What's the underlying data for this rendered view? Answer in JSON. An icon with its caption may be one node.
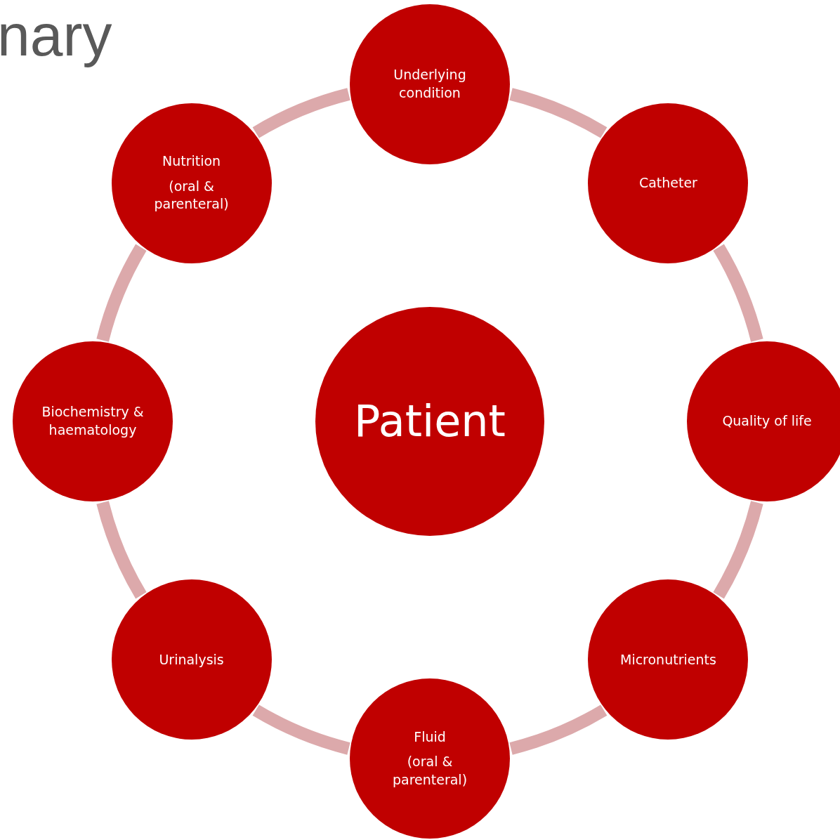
{
  "diagram": {
    "title": "nary",
    "nodes": [
      {
        "text": [
          "Patient"
        ]
      },
      {
        "text": [
          "Underlying condition"
        ]
      },
      {
        "text": [
          "Catheter"
        ]
      },
      {
        "text": [
          "Quality of life"
        ]
      },
      {
        "text": [
          "Micronutrients"
        ]
      },
      {
        "text": [
          "Fluid",
          "(oral & parenteral)"
        ]
      },
      {
        "text": [
          "Urinalysis"
        ]
      },
      {
        "text": [
          "Biochemistry & haematology"
        ]
      },
      {
        "text": [
          "Nutrition",
          "(oral & parenteral)"
        ]
      }
    ],
    "edges": [
      {
        "from": 1,
        "to": 2,
        "arrow": "none"
      },
      {
        "from": 2,
        "to": 3,
        "arrow": "none"
      },
      {
        "from": 3,
        "to": 4,
        "arrow": "none"
      },
      {
        "from": 4,
        "to": 5,
        "arrow": "none"
      },
      {
        "from": 5,
        "to": 6,
        "arrow": "none"
      },
      {
        "from": 6,
        "to": 7,
        "arrow": "none"
      },
      {
        "from": 7,
        "to": 8,
        "arrow": "none"
      },
      {
        "from": 8,
        "to": 1,
        "arrow": "none"
      }
    ]
  }
}
